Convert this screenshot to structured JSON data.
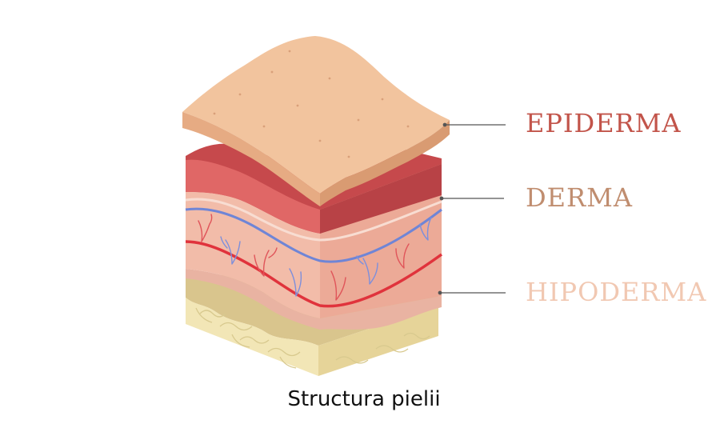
{
  "labels": {
    "epiderma": "EPIDERMA",
    "derma": "DERMA",
    "hipoderma": "HIPODERMA"
  },
  "caption": "Structura pielii",
  "colors": {
    "epiderma_label": "#c2544a",
    "derma_label": "#c08d6f",
    "hipoderma_label": "#f1c8b2",
    "epidermis_top": "#f2c29b",
    "epidermis_front": "#e7ad82",
    "dermis_red": "#d75d5b",
    "dermis_pink": "#f0b6a6",
    "vein_blue": "#6f85d6",
    "artery_red": "#e0333c",
    "fat": "#f3e8b8",
    "fat_shadow": "#d6c584",
    "leader_line": "#555555"
  }
}
